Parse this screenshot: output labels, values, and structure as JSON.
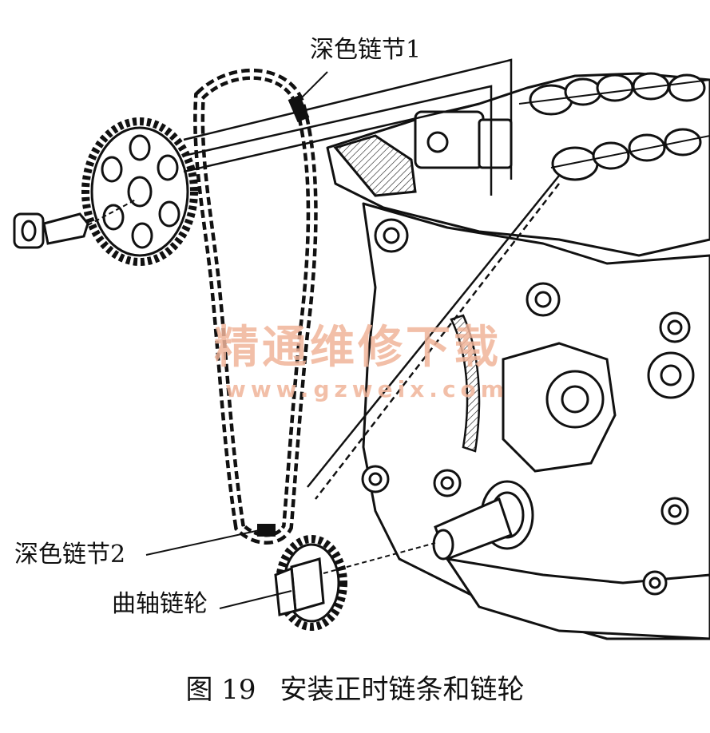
{
  "labels": {
    "dark_link_1": "深色链节1",
    "dark_link_2": "深色链节2",
    "crank_sprocket": "曲轴链轮"
  },
  "watermark": {
    "title": "精通维修下载",
    "url": "www.gzweix.com"
  },
  "caption": {
    "number": "图 19",
    "text": "安装正时链条和链轮"
  },
  "colors": {
    "ink": "#111111",
    "paper": "#ffffff",
    "watermark": "#f0b49a"
  }
}
